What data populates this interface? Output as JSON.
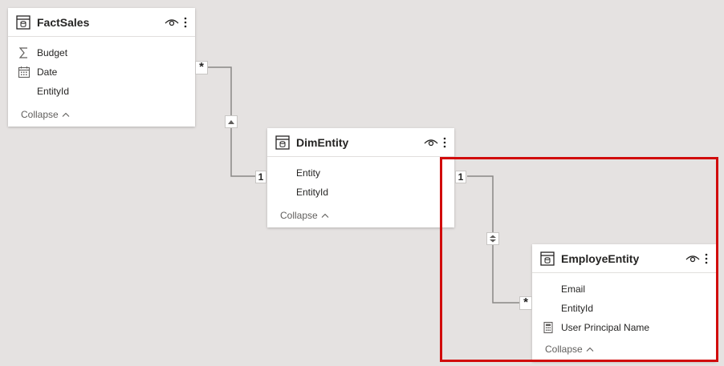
{
  "tables": {
    "factsales": {
      "title": "FactSales",
      "fields": [
        {
          "label": "Budget",
          "icon": "sigma-icon"
        },
        {
          "label": "Date",
          "icon": "calendar-icon"
        },
        {
          "label": "EntityId",
          "icon": ""
        }
      ],
      "collapse_label": "Collapse"
    },
    "dimentity": {
      "title": "DimEntity",
      "fields": [
        {
          "label": "Entity",
          "icon": ""
        },
        {
          "label": "EntityId",
          "icon": ""
        }
      ],
      "collapse_label": "Collapse"
    },
    "employeentity": {
      "title": "EmployeEntity",
      "fields": [
        {
          "label": "Email",
          "icon": ""
        },
        {
          "label": "EntityId",
          "icon": ""
        },
        {
          "label": "User Principal Name",
          "icon": "calculator-icon"
        }
      ],
      "collapse_label": "Collapse"
    }
  },
  "relationships": {
    "factsales_dimentity": {
      "from_cardinality": "*",
      "to_cardinality": "1",
      "filter": "single-direction-icon"
    },
    "dimentity_employeentity": {
      "from_cardinality": "1",
      "to_cardinality": "*",
      "filter": "both-directions-icon"
    }
  },
  "colors": {
    "canvas": "#e5e2e1",
    "card": "#ffffff",
    "highlight": "#d10b0b",
    "line": "#8a8886"
  }
}
